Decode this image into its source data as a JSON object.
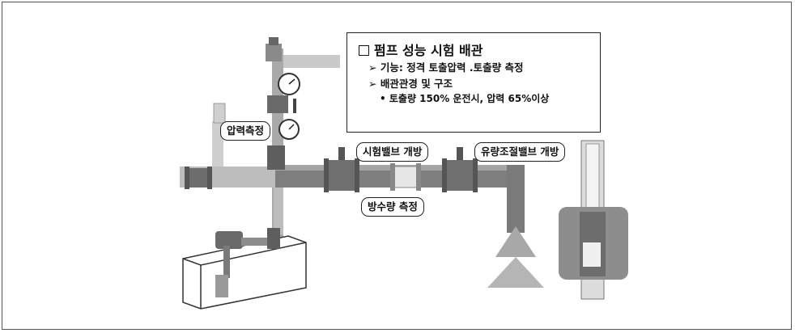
{
  "infobox": {
    "title": "펌프 성능 시험 배관",
    "items": [
      "기능: 정격 토출압력 .토출량 측정",
      "배관관경 및 구조",
      "토출량  150% 운전시, 압력 65%이상"
    ],
    "bullets": [
      "➢",
      "➢",
      "•"
    ]
  },
  "callouts": {
    "pressure": "압력측정",
    "test_valve": "시험밸브 개방",
    "flow_valve": "유량조절밸브 개방",
    "discharge": "방수량 측정"
  },
  "icons": [
    "pressure-gauge-icon",
    "valve-icon",
    "pump-icon",
    "flowmeter-icon",
    "nozzle-icon"
  ],
  "colors": {
    "pipe": "#8a8a8a",
    "pipe_light": "#c8c8c8",
    "frame": "#555555"
  }
}
